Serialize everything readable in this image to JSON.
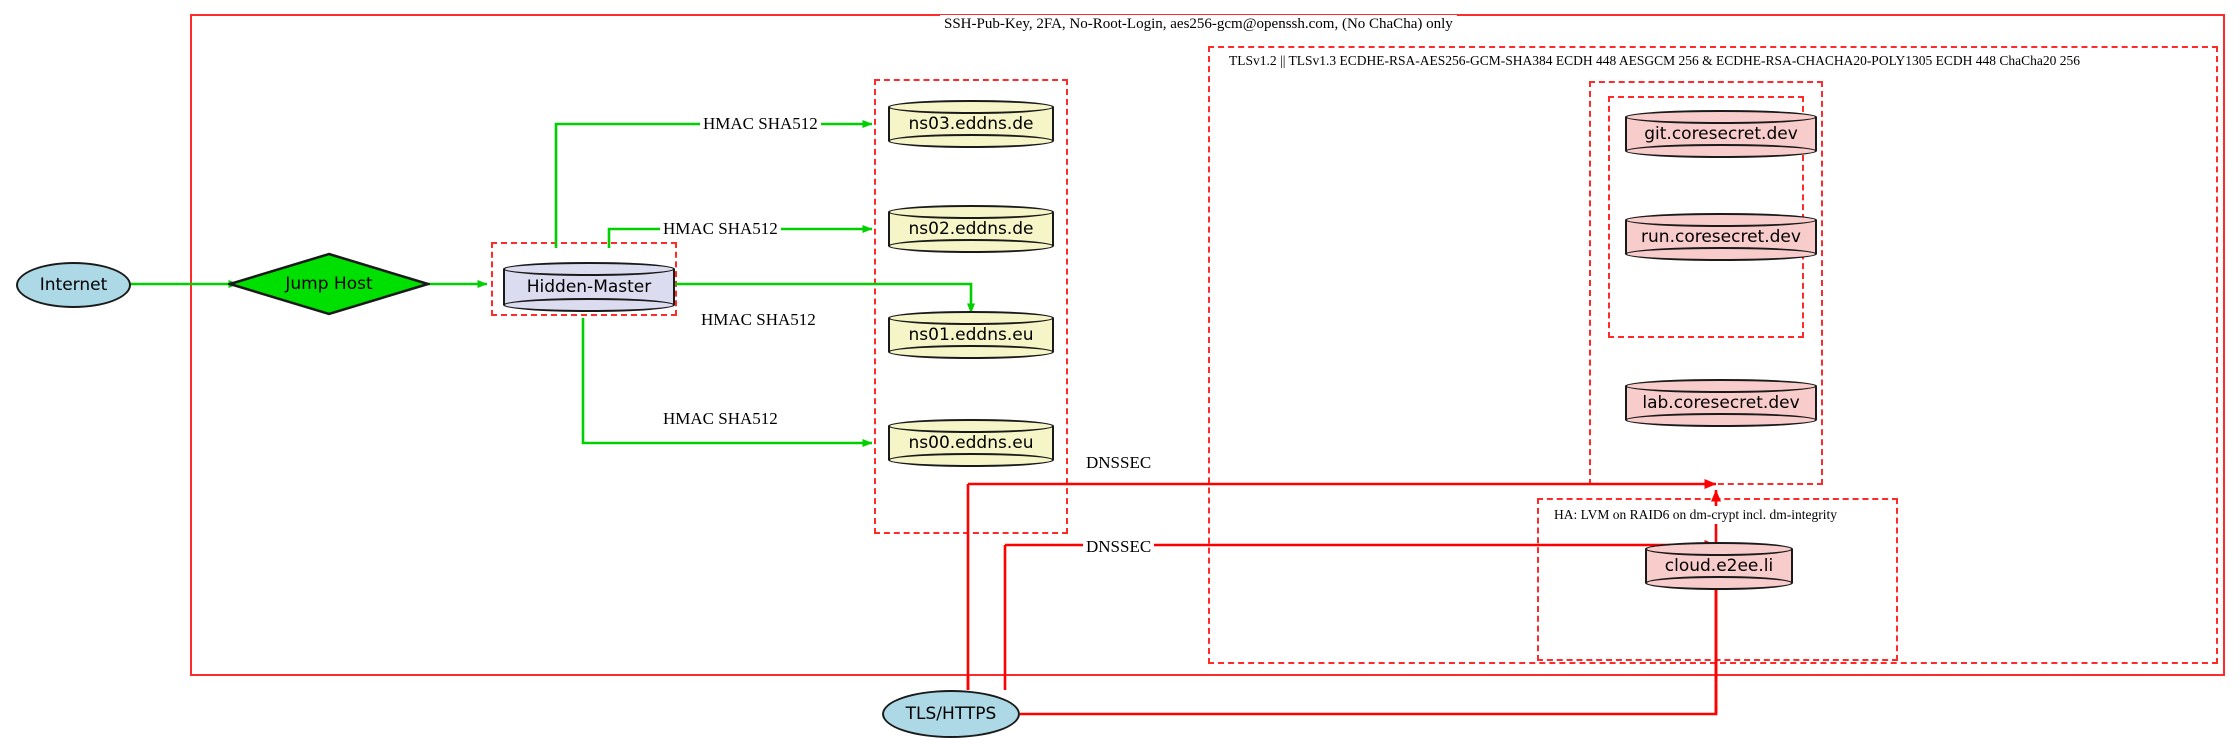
{
  "diagram": {
    "title_note": "SSH-Pub-Key, 2FA, No-Root-Login, aes256-gcm@openssh.com, (No ChaCha) only",
    "colors": {
      "border_red": "#ff2a2a",
      "edge_green": "#00d000",
      "edge_red": "#ff0000",
      "node_blue": "#add8e6",
      "node_lavender": "#dcdcf0",
      "node_yellow": "#f5f5c8",
      "node_pink": "#f9cccc",
      "node_green": "#00e000"
    }
  },
  "clusters": {
    "outer_ssh": {
      "label": "SSH-Pub-Key, 2FA, No-Root-Login, aes256-gcm@openssh.com, (No ChaCha) only"
    },
    "tls": {
      "label": "TLSv1.2 || TLSv1.3 ECDHE-RSA-AES256-GCM-SHA384 ECDH 448 AESGCM 256 & ECDHE-RSA-CHACHA20-POLY1305 ECDH 448 ChaCha20 256"
    },
    "ha": {
      "label": "HA: LVM on RAID6 on dm-crypt incl. dm-integrity"
    },
    "hidden_master": {
      "label": ""
    },
    "dns_group": {
      "label": ""
    },
    "coresecret_outer": {
      "label": ""
    },
    "coresecret_inner": {
      "label": ""
    }
  },
  "nodes": {
    "internet": {
      "label": "Internet",
      "shape": "ellipse",
      "fill": "#add8e6"
    },
    "jump_host": {
      "label": "Jump Host",
      "shape": "diamond",
      "fill": "#00e000"
    },
    "hidden_master": {
      "label": "Hidden-Master",
      "shape": "cylinder",
      "fill": "#dcdcf0"
    },
    "ns03": {
      "label": "ns03.eddns.de",
      "shape": "cylinder",
      "fill": "#f5f5c8"
    },
    "ns02": {
      "label": "ns02.eddns.de",
      "shape": "cylinder",
      "fill": "#f5f5c8"
    },
    "ns01": {
      "label": "ns01.eddns.eu",
      "shape": "cylinder",
      "fill": "#f5f5c8"
    },
    "ns00": {
      "label": "ns00.eddns.eu",
      "shape": "cylinder",
      "fill": "#f5f5c8"
    },
    "git": {
      "label": "git.coresecret.dev",
      "shape": "cylinder",
      "fill": "#f9cccc"
    },
    "run": {
      "label": "run.coresecret.dev",
      "shape": "cylinder",
      "fill": "#f9cccc"
    },
    "lab": {
      "label": "lab.coresecret.dev",
      "shape": "cylinder",
      "fill": "#f9cccc"
    },
    "cloud": {
      "label": "cloud.e2ee.li",
      "shape": "cylinder",
      "fill": "#f9cccc"
    },
    "tls_https": {
      "label": "TLS/HTTPS",
      "shape": "ellipse",
      "fill": "#add8e6"
    }
  },
  "edge_labels": {
    "hmac_ns03": "HMAC SHA512",
    "hmac_ns02": "HMAC SHA512",
    "hmac_ns01": "HMAC SHA512",
    "hmac_ns00": "HMAC SHA512",
    "dnssec_upper": "DNSSEC",
    "dnssec_lower": "DNSSEC"
  }
}
